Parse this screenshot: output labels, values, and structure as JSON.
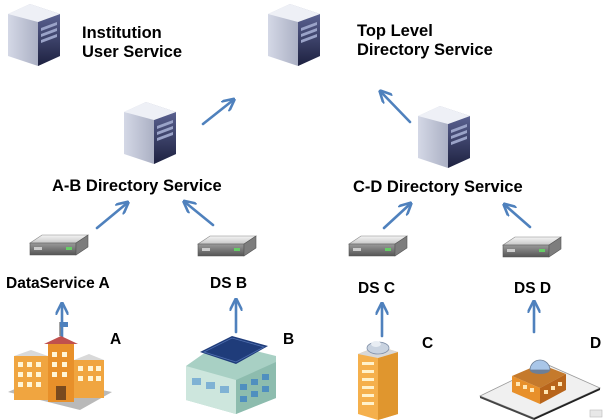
{
  "labels": {
    "institution_user_service": [
      "Institution",
      "User Service"
    ],
    "top_level_directory_service": [
      "Top Level",
      "Directory Service"
    ],
    "ab_directory_service": "A-B Directory Service",
    "cd_directory_service": "C-D Directory Service",
    "dataservice_a": "DataService A",
    "ds_b": "DS B",
    "ds_c": "DS C",
    "ds_d": "DS D",
    "site_a": "A",
    "site_b": "B",
    "site_c": "C",
    "site_d": "D"
  },
  "colors": {
    "arrow": "#4F81BD",
    "text": "#000000"
  }
}
